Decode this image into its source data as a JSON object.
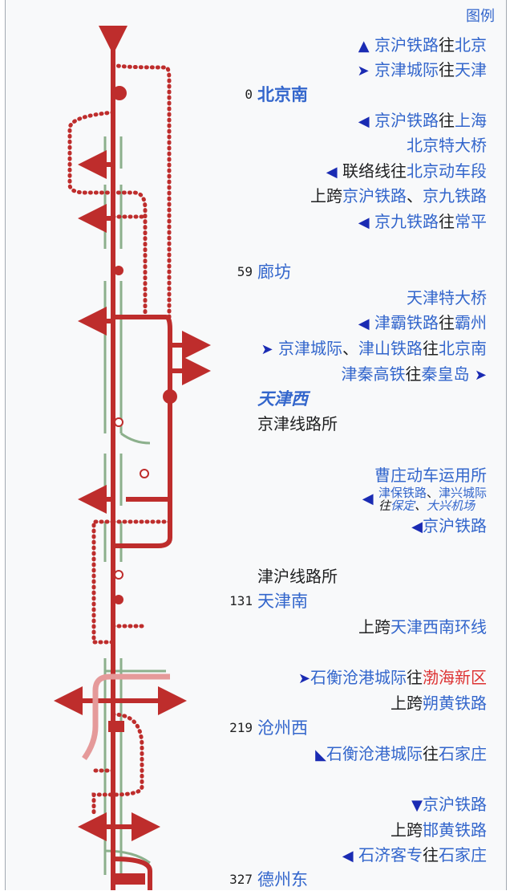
{
  "legend_label": "图例",
  "colors": {
    "main": "#be2d2c",
    "branch": "#8cb08c",
    "future": "#e59a9a",
    "link": "#3366cc",
    "arrow": "#1a2bb3"
  },
  "rows": {
    "r1": {
      "arrow": "▲",
      "a": "京沪铁路",
      "b": "往",
      "c": "北京"
    },
    "r2": {
      "arrow": "➤",
      "a": "京津城际",
      "b": "往",
      "c": "天津"
    },
    "beijing_south": {
      "km": "0",
      "name": "北京南"
    },
    "r4": {
      "arrow": "◀",
      "a": "京沪铁路",
      "b": "往",
      "c": "上海"
    },
    "r5": {
      "a": "北京特大桥"
    },
    "r6": {
      "arrow": "◀",
      "a": "联络线往",
      "c": "北京动车段"
    },
    "r7": {
      "a": "上跨",
      "c": "京沪铁路",
      "d": "、",
      "e": "京九铁路"
    },
    "r8": {
      "arrow": "◀",
      "a": "京九铁路",
      "b": "往",
      "c": "常平"
    },
    "langfang": {
      "km": "59",
      "name": "廊坊"
    },
    "r10": {
      "a": "天津特大桥"
    },
    "r11": {
      "arrow": "◀",
      "a": "津霸铁路",
      "b": "往",
      "c": "霸州"
    },
    "r12": {
      "arrow": "➤",
      "a": "京津城际",
      "d": "、",
      "e": "津山铁路",
      "b": "往",
      "c": "北京南"
    },
    "r13": {
      "a": "津秦高铁",
      "b": "往",
      "c": "秦皇岛",
      "arrow": "➤"
    },
    "tianjin_west": {
      "name": "天津西"
    },
    "r15": {
      "a": "京津线路所"
    },
    "r16": {
      "a": "曹庄动车运用所"
    },
    "r17": {
      "arrow": "◀",
      "a": "津保铁路",
      "d": "、",
      "e": "津兴城际",
      "b": "往",
      "c": "保定",
      "f": "大兴机场"
    },
    "r18": {
      "arrow": "◀",
      "a": "京沪铁路"
    },
    "r19": {
      "a": "津沪线路所"
    },
    "tianjin_south": {
      "km": "131",
      "name": "天津南"
    },
    "r21": {
      "a": "上跨",
      "c": "天津西南环线"
    },
    "r22": {
      "arrow": "➤",
      "a": "石衡沧港城际",
      "b": "往",
      "c": "渤海新区"
    },
    "r23": {
      "a": "上跨",
      "c": "朔黄铁路"
    },
    "cangzhou_west": {
      "km": "219",
      "name": "沧州西"
    },
    "r25": {
      "arrow": "◣",
      "a": "石衡沧港城际",
      "b": "往",
      "c": "石家庄"
    },
    "r26": {
      "arrow": "▼",
      "a": "京沪铁路"
    },
    "r27": {
      "a": "上跨",
      "c": "邯黄铁路"
    },
    "r28": {
      "arrow": "◀",
      "a": "石济客专",
      "b": "往",
      "c": "石家庄"
    },
    "dezhou_east": {
      "km": "327",
      "name": "德州东"
    }
  }
}
